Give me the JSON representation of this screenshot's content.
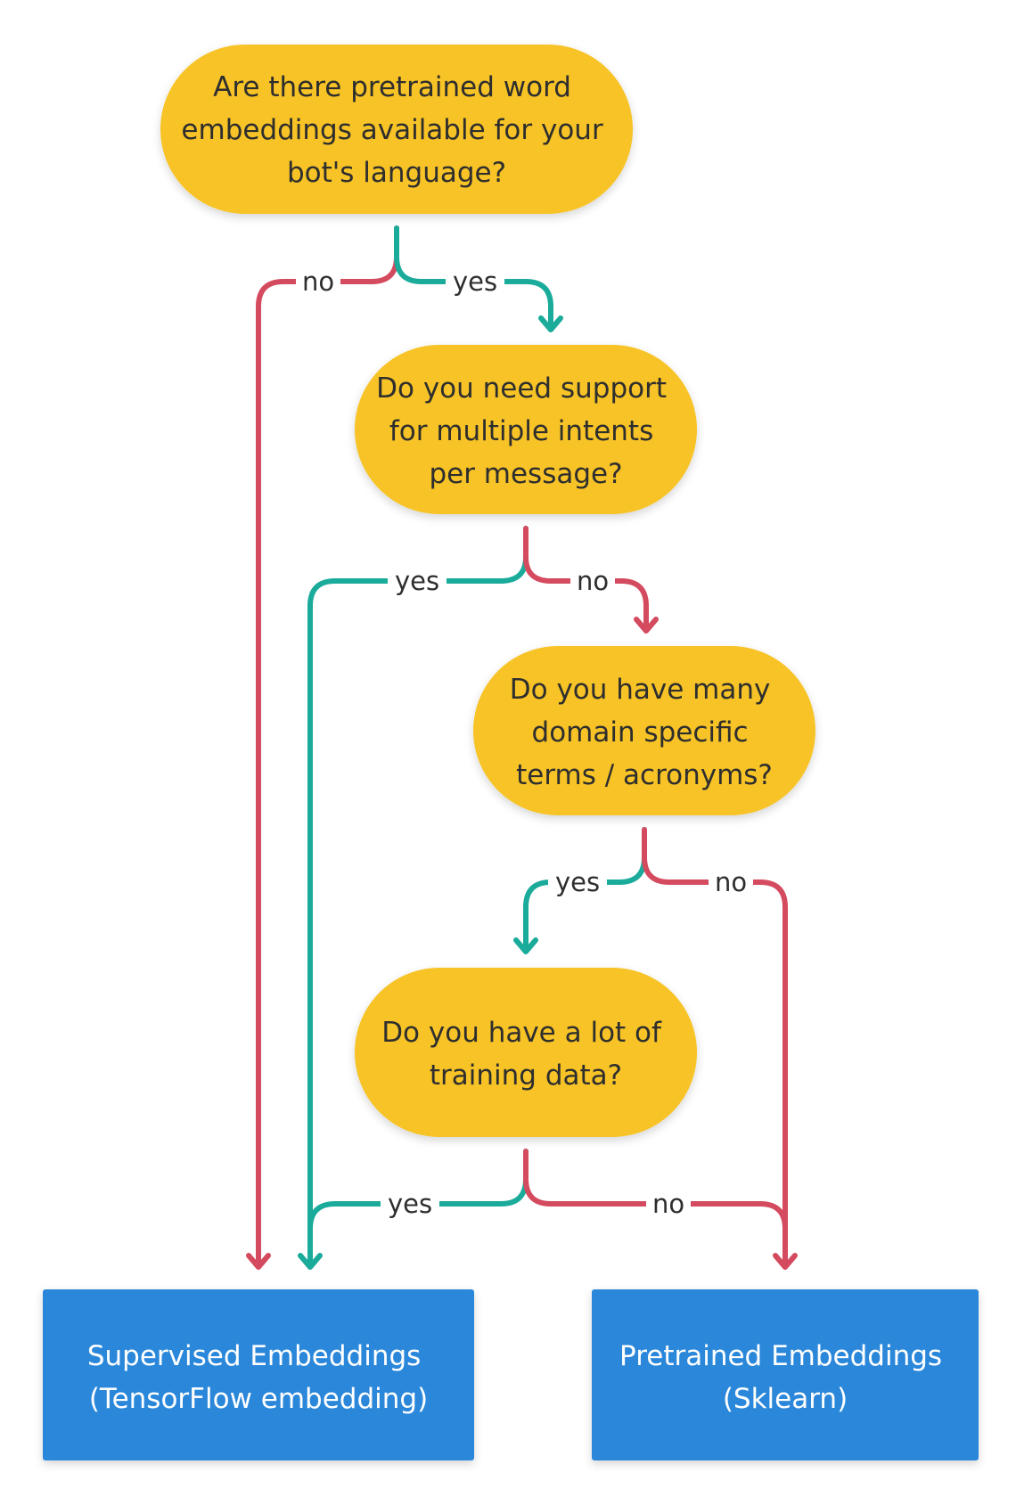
{
  "colors": {
    "decision_fill": "#F7C325",
    "result_fill": "#2B87DA",
    "yes_edge": "#1AAB9B",
    "no_edge": "#D44A5E",
    "label_text": "#2E2E2E"
  },
  "nodes": {
    "q1": {
      "lines": [
        "Are there pretrained word",
        "embeddings available for your",
        "bot's language?"
      ]
    },
    "q2": {
      "lines": [
        "Do you need support",
        "for multiple intents",
        "per message?"
      ]
    },
    "q3": {
      "lines": [
        "Do you have many",
        "domain specific",
        "terms / acronyms?"
      ]
    },
    "q4": {
      "lines": [
        "Do you have a lot of",
        "training data?"
      ]
    },
    "r1": {
      "lines": [
        "Supervised Embeddings",
        "(TensorFlow embedding)"
      ]
    },
    "r2": {
      "lines": [
        "Pretrained Embeddings",
        "(Sklearn)"
      ]
    }
  },
  "edge_labels": {
    "q1_no": "no",
    "q1_yes": "yes",
    "q2_yes": "yes",
    "q2_no": "no",
    "q3_yes": "yes",
    "q3_no": "no",
    "q4_yes": "yes",
    "q4_no": "no"
  }
}
